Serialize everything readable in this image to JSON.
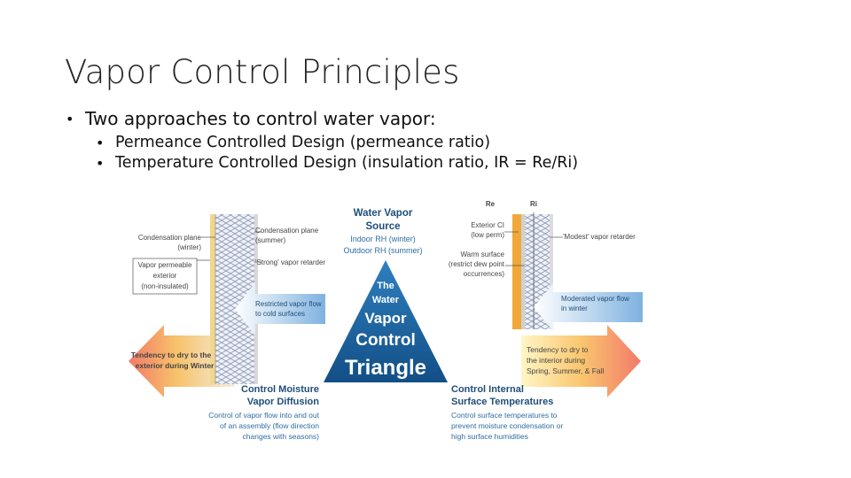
{
  "slide": {
    "title": "Vapor Control Principles",
    "bullet": "Two approaches to control water vapor:",
    "subbullets": [
      "Permeance Controlled Design (permeance ratio)",
      "Temperature Controlled Design (insulation ratio, IR = Re/Ri)"
    ]
  },
  "diagram": {
    "source": {
      "title_line1": "Water Vapor",
      "title_line2": "Source",
      "line3": "Indoor RH (winter)",
      "line4": "Outdoor RH (summer)"
    },
    "triangle": {
      "line1": "The",
      "line2": "Water",
      "line3": "Vapor",
      "line4": "Control",
      "line5": "Triangle"
    },
    "left_wall": {
      "condensation_winter": [
        "Condensation plane",
        "(winter)"
      ],
      "condensation_summer": [
        "Condensation plane",
        "(summer)"
      ],
      "strong_retarder": "'Strong' vapor retarder",
      "permeable_exterior": [
        "Vapor permeable",
        "exterior",
        "(non-insulated)"
      ],
      "restricted_flow": [
        "Restricted vapor flow",
        "to cold surfaces"
      ]
    },
    "right_wall": {
      "re_label": "Re",
      "ri_label": "Ri",
      "exterior_ci": [
        "Exterior CI",
        "(low perm)"
      ],
      "modest_retarder": "'Modest' vapor retarder",
      "warm_surface": [
        "Warm surface",
        "(restrict dew point",
        "occurrences)"
      ],
      "moderated_flow": [
        "Moderated vapor flow",
        "in winter"
      ]
    },
    "left_arrow": [
      "Tendency to dry to the",
      "exterior during Winter"
    ],
    "right_arrow": [
      "Tendency to dry to",
      "the interior during",
      "Spring, Summer, & Fall"
    ],
    "bottom_left": {
      "title": [
        "Control Moisture",
        "Vapor Diffusion"
      ],
      "text": [
        "Control of vapor flow into and out",
        "of an assembly (flow direction",
        "changes with seasons)"
      ]
    },
    "bottom_right": {
      "title": [
        "Control Internal",
        "Surface Temperatures"
      ],
      "text": [
        "Control surface temperatures to",
        "prevent moisture condensation or",
        "high surface humidities"
      ]
    },
    "colors": {
      "accent_blue": "#1f4e79",
      "triangle_blue": "#1a5e99",
      "retarder_orange": "#f0a838",
      "arrow_warm": "#f7a35c",
      "arrow_cold": "#7fb2e0"
    }
  }
}
